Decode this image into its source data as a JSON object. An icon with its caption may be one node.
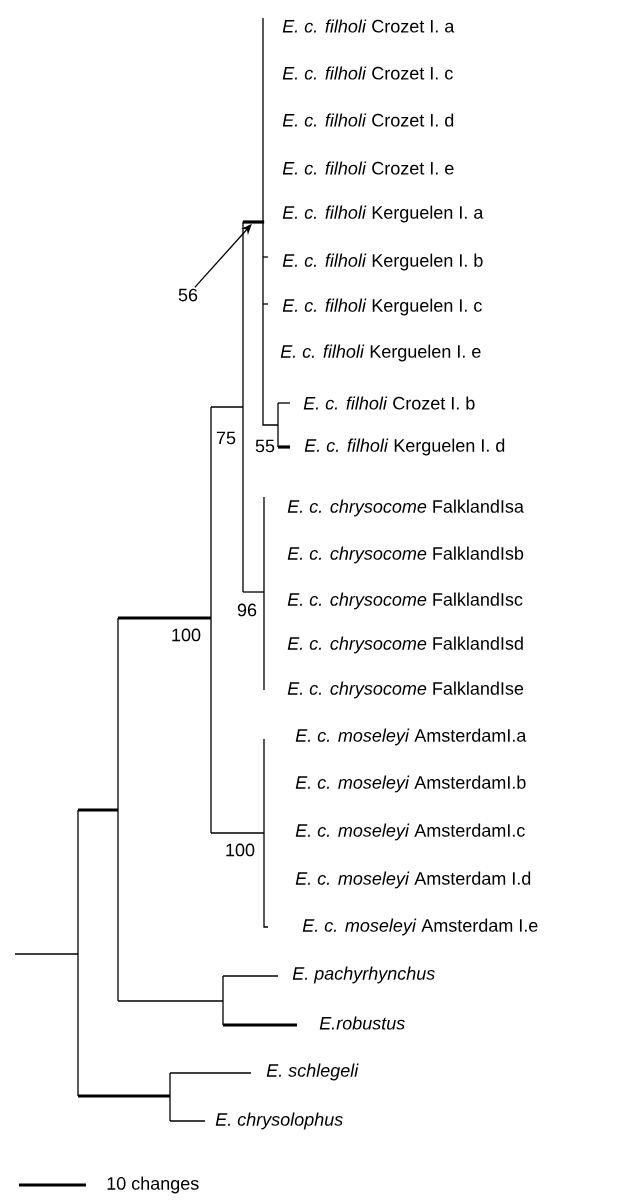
{
  "diagram": {
    "nodes": [
      {
        "text": [
          "56"
        ]
      },
      {
        "text": [],
        "shape": "bar"
      }
    ],
    "edges": [
      {
        "from": 0,
        "to": 1,
        "arrow": "to"
      }
    ],
    "labels": [
      "*E. c. filholi* Crozet I. a",
      "*E. c. filholi* Crozet I. c",
      "*E. c. filholi* Crozet I. d",
      "*E. c. filholi* Crozet I. e",
      "*E. c. filholi* Kerguelen I. a",
      "*E. c. filholi* Kerguelen I. b",
      "*E. c. filholi* Kerguelen I. c",
      "*E. c. filholi* Kerguelen I. e",
      "*E. c. filholi* Crozet I. b",
      "75",
      "55",
      "*E. c. filholi* Kerguelen I. d",
      "*E. c. chrysocome* FalklandIsa",
      "*E. c. chrysocome* FalklandIsb",
      "*E. c. chrysocome* FalklandIsc",
      "96",
      "100",
      "*E. c. chrysocome* FalklandIsd",
      "*E. c. chrysocome* FalklandIse",
      "*E. c. moseleyi* AmsterdamI.a",
      "*E. c. moseleyi* AmsterdamI.b",
      "*E. c. moseleyi* AmsterdamI.c",
      "100",
      "*E. c. moseleyi* Amsterdam I.d",
      "*E. c. moseleyi* Amsterdam I.e",
      "E. pachyrhynchus",
      "E.robustus",
      "E. schlegeli",
      "E. chrysolophus",
      "10 changes"
    ]
  }
}
